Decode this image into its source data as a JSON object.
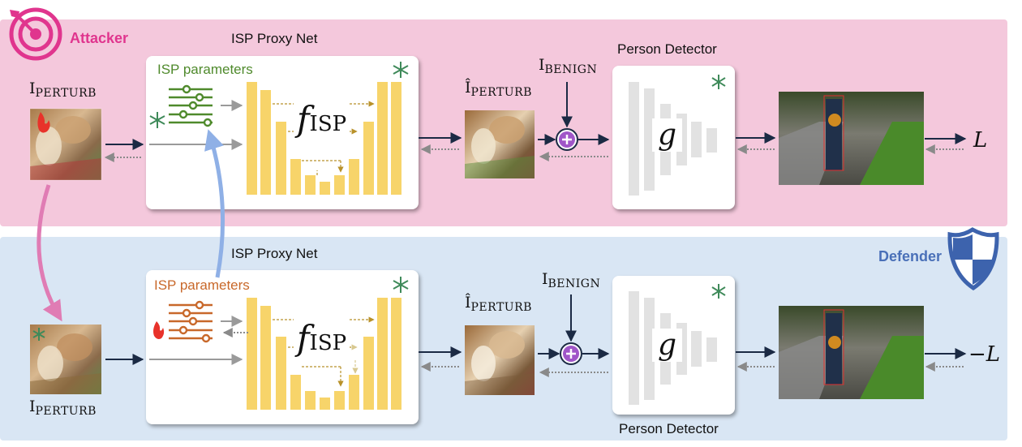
{
  "attacker": {
    "role_label": "Attacker",
    "isp_title": "ISP Proxy Net",
    "isp_params_label": "ISP parameters",
    "f_letter": "f",
    "f_sub": "ISP",
    "detector_title": "Person Detector",
    "g_label": "g",
    "input_main": "I",
    "input_sub": "PERTURB",
    "output_main": "Î",
    "output_sub": "PERTURB",
    "benign_main": "I",
    "benign_sub": "BENIGN",
    "loss_label": "L"
  },
  "defender": {
    "role_label": "Defender",
    "isp_title": "ISP Proxy Net",
    "isp_params_label": "ISP parameters",
    "f_letter": "f",
    "f_sub": "ISP",
    "detector_title": "Person Detector",
    "g_label": "g",
    "input_main": "I",
    "input_sub": "PERTURB",
    "output_main": "Î",
    "output_sub": "PERTURB",
    "benign_main": "I",
    "benign_sub": "BENIGN",
    "loss_label": "−L"
  },
  "colors": {
    "attacker_band": "#f4c8dc",
    "defender_band": "#d9e6f4",
    "attacker_accent": "#e0358e",
    "defender_accent": "#4a70b8",
    "frozen_params": "#4f8a2c",
    "trainable_params": "#c8682a",
    "isp_bars": "#f7d46a",
    "plus_node": "#a056c8",
    "arrow_forward": "#1b2a44"
  },
  "icons": [
    "target-icon",
    "shield-icon",
    "snowflake-icon",
    "flame-icon",
    "slider-icon",
    "plus-icon"
  ]
}
